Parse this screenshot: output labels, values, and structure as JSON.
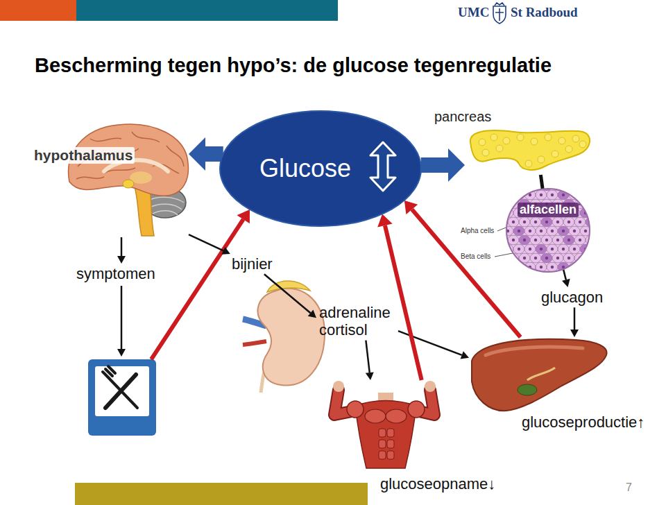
{
  "diagram": {
    "title": "Bescherming tegen hypo’s: de glucose tegenregulatie",
    "nodes": [
      {
        "text": [
          "Glucose"
        ]
      },
      {
        "text": [
          "hypothalamus"
        ]
      },
      {
        "text": [
          "pancreas"
        ]
      },
      {
        "text": [
          "alfacellen"
        ]
      },
      {
        "text": [
          "symptomen"
        ]
      },
      {
        "text": [
          "bijnier"
        ]
      },
      {
        "text": [
          "adrenaline cortisol"
        ]
      },
      {
        "text": [
          "glucagon"
        ]
      },
      {
        "text": [
          "glucoseopname↓"
        ]
      },
      {
        "text": [
          "glucoseproductie↑"
        ]
      }
    ],
    "edges": [
      {
        "from": 0,
        "to": 1,
        "arrow": "to"
      },
      {
        "from": 0,
        "to": 2,
        "arrow": "to"
      },
      {
        "from": 2,
        "to": 3,
        "arrow": "none"
      },
      {
        "from": 1,
        "to": 4,
        "arrow": "to"
      },
      {
        "from": 1,
        "to": 5,
        "arrow": "to"
      },
      {
        "from": 3,
        "to": 7,
        "arrow": "to"
      },
      {
        "from": 5,
        "to": 6,
        "arrow": "to"
      },
      {
        "from": 6,
        "to": 8,
        "arrow": "to"
      },
      {
        "from": 6,
        "to": 9,
        "arrow": "to"
      },
      {
        "from": 7,
        "to": 9,
        "arrow": "to"
      },
      {
        "from": 8,
        "to": 0,
        "arrow": "to"
      },
      {
        "from": 9,
        "to": 0,
        "arrow": "to"
      }
    ],
    "labels": [
      "UMC",
      "St Radboud",
      "Alpha cells",
      "Beta cells",
      "7"
    ]
  }
}
